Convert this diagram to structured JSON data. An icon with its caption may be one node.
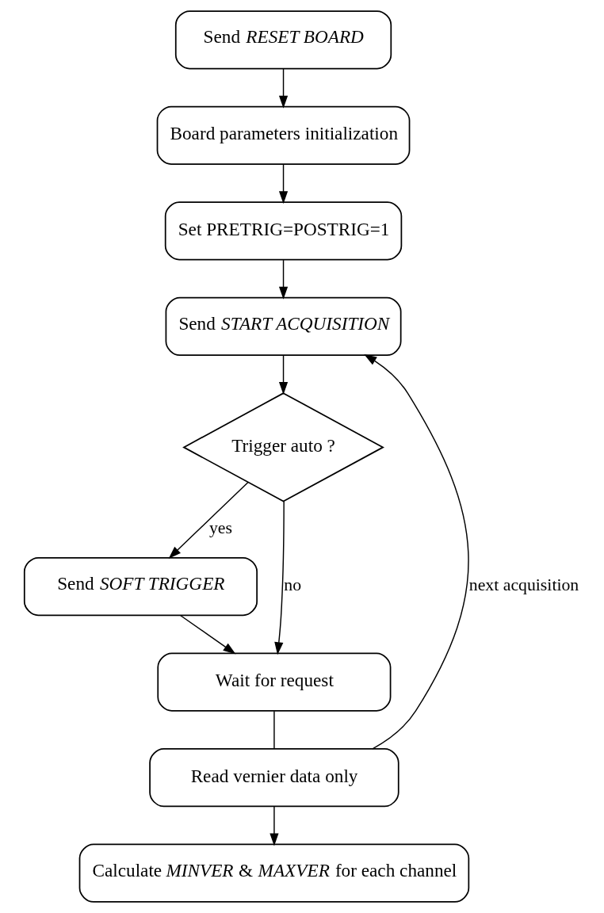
{
  "diagram": {
    "nodes": [
      {
        "text": [
          "Send *RESET BOARD*"
        ]
      },
      {
        "text": [
          "Board parameters initialization"
        ]
      },
      {
        "text": [
          "Set PRETRIG=POSTRIG=1"
        ]
      },
      {
        "text": [
          "Send *START ACQUISITION*"
        ]
      },
      {
        "text": [
          "Trigger auto ?"
        ]
      },
      {
        "text": [
          "Send *SOFT TRIGGER*"
        ]
      },
      {
        "text": [
          "Wait for request"
        ]
      },
      {
        "text": [
          "Read vernier data only"
        ]
      },
      {
        "text": [
          "Calculate *MINVER* & *MAXVER* for each channel"
        ]
      }
    ],
    "edges": [
      {
        "from": 0,
        "to": 1,
        "arrow": "to"
      },
      {
        "from": 1,
        "to": 2,
        "arrow": "to"
      },
      {
        "from": 2,
        "to": 3,
        "arrow": "to"
      },
      {
        "from": 3,
        "to": 4,
        "arrow": "to"
      },
      {
        "from": 4,
        "to": 5,
        "arrow": "to",
        "label": "yes"
      },
      {
        "from": 4,
        "to": 6,
        "arrow": "to",
        "label": "no"
      },
      {
        "from": 5,
        "to": 6,
        "arrow": "to"
      },
      {
        "from": 6,
        "to": 7,
        "arrow": "none"
      },
      {
        "from": 7,
        "to": 8,
        "arrow": "to"
      },
      {
        "from": 7,
        "to": 3,
        "arrow": "to",
        "label": "next acquisition"
      }
    ]
  }
}
